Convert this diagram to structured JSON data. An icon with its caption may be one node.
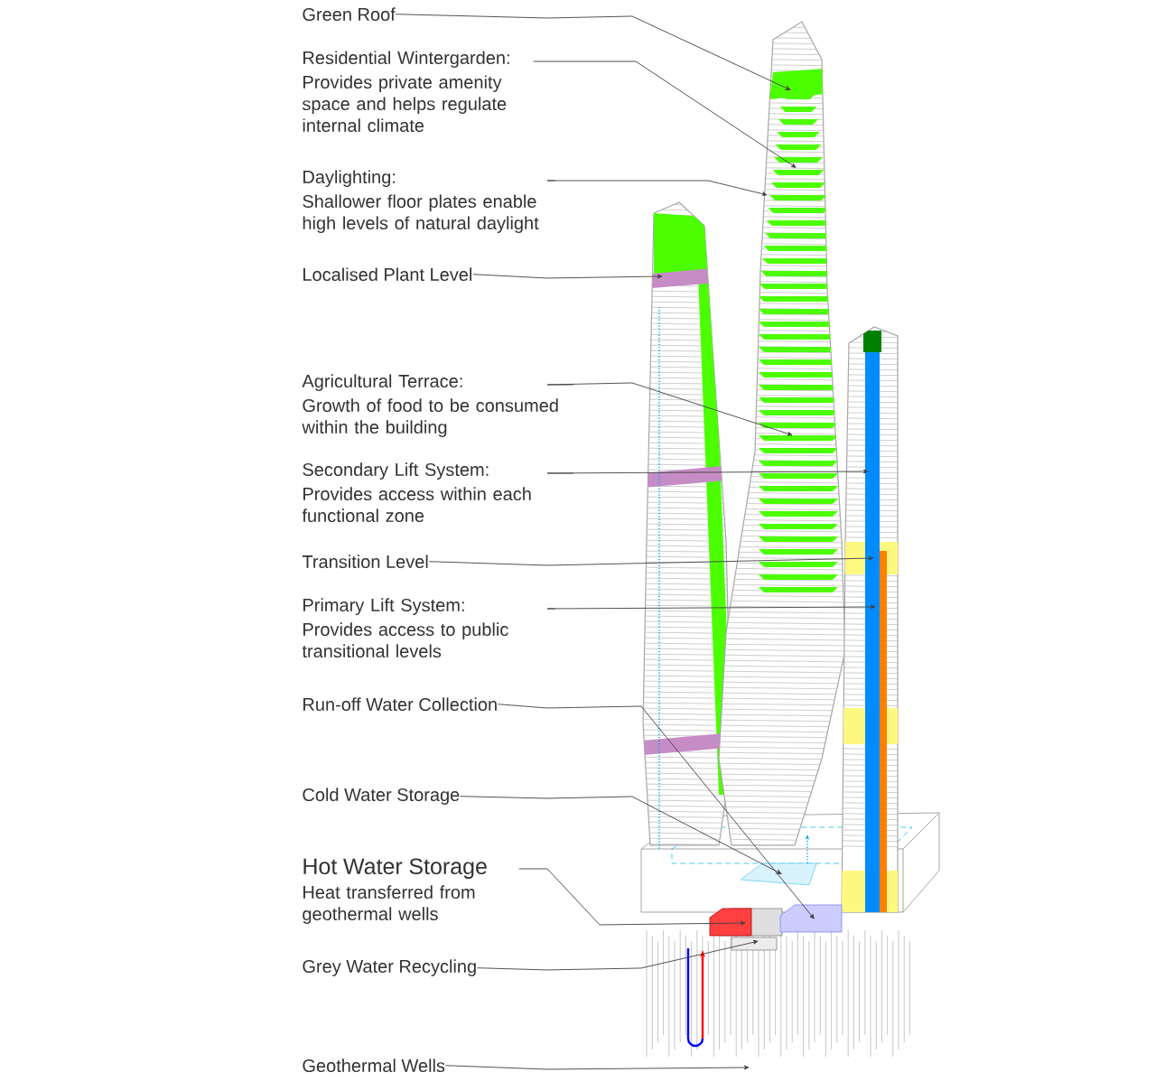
{
  "diagram": {
    "nodes": [
      {
        "text": [
          "Green Roof"
        ]
      },
      {
        "text": [
          "Residential Wintergarden:",
          "Provides private amenity space and helps regulate internal climate"
        ]
      },
      {
        "text": [
          "Daylighting:",
          "Shallower floor plates enable high levels of natural daylight"
        ]
      },
      {
        "text": [
          "Localised Plant Level"
        ]
      },
      {
        "text": [
          "Agricultural Terrace:",
          "Growth of food to be consumed within the building"
        ]
      },
      {
        "text": [
          "Secondary Lift System:",
          "Provides access within each functional zone"
        ]
      },
      {
        "text": [
          "Transition Level"
        ]
      },
      {
        "text": [
          "Primary Lift System:",
          "Provides access to public transitional levels"
        ]
      },
      {
        "text": [
          "Run-off Water Collection"
        ]
      },
      {
        "text": [
          "Cold Water Storage"
        ]
      },
      {
        "text": [
          "Hot Water Storage",
          "Heat transferred from geothermal wells"
        ]
      },
      {
        "text": [
          "Grey Water Recycling"
        ]
      },
      {
        "text": [
          "Geothermal Wells"
        ]
      }
    ],
    "edges": [
      {
        "from": 0,
        "to": null,
        "arrow": "to"
      },
      {
        "from": 1,
        "to": null,
        "arrow": "to"
      },
      {
        "from": 2,
        "to": null,
        "arrow": "to"
      },
      {
        "from": 3,
        "to": null,
        "arrow": "to"
      },
      {
        "from": 4,
        "to": null,
        "arrow": "to"
      },
      {
        "from": 5,
        "to": null,
        "arrow": "to"
      },
      {
        "from": 6,
        "to": null,
        "arrow": "to"
      },
      {
        "from": 7,
        "to": null,
        "arrow": "to"
      },
      {
        "from": 8,
        "to": null,
        "arrow": "to"
      },
      {
        "from": 9,
        "to": null,
        "arrow": "to"
      },
      {
        "from": 10,
        "to": null,
        "arrow": "to"
      },
      {
        "from": 11,
        "to": null,
        "arrow": "to"
      },
      {
        "from": 12,
        "to": null,
        "arrow": "to"
      }
    ]
  }
}
